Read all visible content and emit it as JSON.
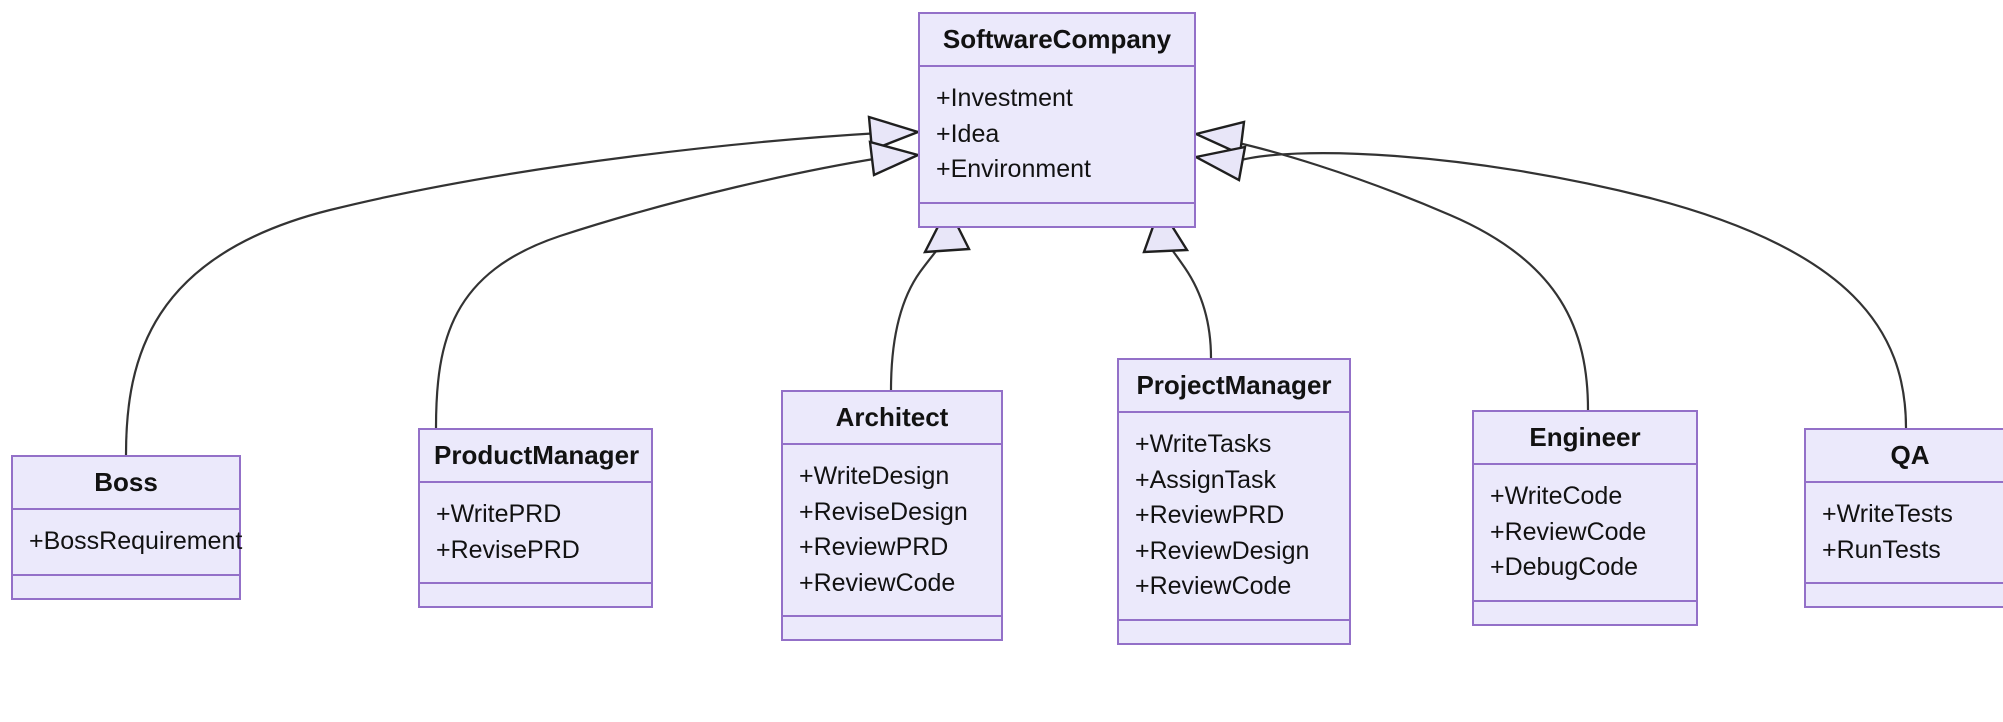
{
  "diagram": {
    "type": "uml-class-diagram",
    "colors": {
      "class_border": "#9370c8",
      "class_fill": "#ebe9fb",
      "text": "#121212",
      "edge": "#333333",
      "background": "#ffffff"
    },
    "classes": [
      {
        "id": "SoftwareCompany",
        "name": "SoftwareCompany",
        "members": [
          "+Investment",
          "+Idea",
          "+Environment"
        ],
        "methods": []
      },
      {
        "id": "Boss",
        "name": "Boss",
        "members": [
          "+BossRequirement"
        ],
        "methods": []
      },
      {
        "id": "ProductManager",
        "name": "ProductManager",
        "members": [
          "+WritePRD",
          "+RevisePRD"
        ],
        "methods": []
      },
      {
        "id": "Architect",
        "name": "Architect",
        "members": [
          "+WriteDesign",
          "+ReviseDesign",
          "+ReviewPRD",
          "+ReviewCode"
        ],
        "methods": []
      },
      {
        "id": "ProjectManager",
        "name": "ProjectManager",
        "members": [
          "+WriteTasks",
          "+AssignTask",
          "+ReviewPRD",
          "+ReviewDesign",
          "+ReviewCode"
        ],
        "methods": []
      },
      {
        "id": "Engineer",
        "name": "Engineer",
        "members": [
          "+WriteCode",
          "+ReviewCode",
          "+DebugCode"
        ],
        "methods": []
      },
      {
        "id": "QA",
        "name": "QA",
        "members": [
          "+WriteTests",
          "+RunTests"
        ],
        "methods": []
      }
    ],
    "relationships": [
      {
        "from": "Boss",
        "to": "SoftwareCompany",
        "kind": "inheritance",
        "arrow": "hollow-triangle"
      },
      {
        "from": "ProductManager",
        "to": "SoftwareCompany",
        "kind": "inheritance",
        "arrow": "hollow-triangle"
      },
      {
        "from": "Architect",
        "to": "SoftwareCompany",
        "kind": "inheritance",
        "arrow": "hollow-triangle"
      },
      {
        "from": "ProjectManager",
        "to": "SoftwareCompany",
        "kind": "inheritance",
        "arrow": "hollow-triangle"
      },
      {
        "from": "Engineer",
        "to": "SoftwareCompany",
        "kind": "inheritance",
        "arrow": "hollow-triangle"
      },
      {
        "from": "QA",
        "to": "SoftwareCompany",
        "kind": "inheritance",
        "arrow": "hollow-triangle"
      }
    ]
  }
}
